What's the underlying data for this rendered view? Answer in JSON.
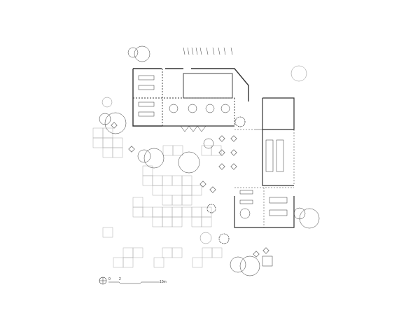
{
  "drawing": {
    "type": "architectural floor plan",
    "background": "#ffffff",
    "line_color": "#333333",
    "light_line_color": "#9a9a9a"
  },
  "scale_bar": {
    "labels": [
      "0",
      "2",
      "10m"
    ],
    "north_symbol": "north-arrow-circle"
  },
  "elements": {
    "trees": 8,
    "round_tables_north_hall": 4,
    "square_tables_terrace": 12,
    "paving_grid": "square tiles"
  }
}
